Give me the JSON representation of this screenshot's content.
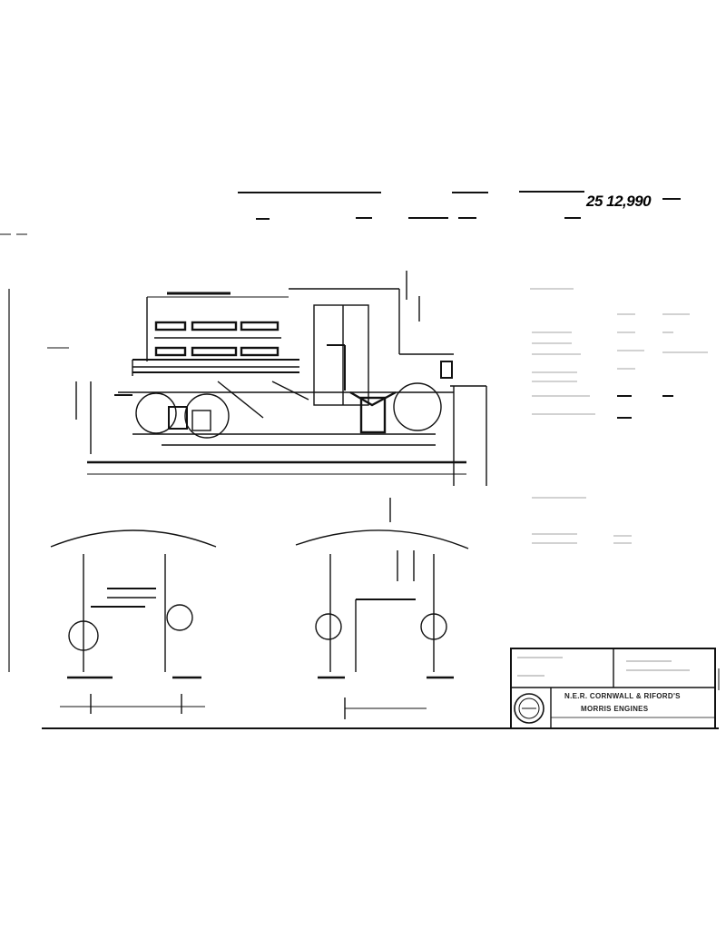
{
  "sheet": {
    "drawing_number": "25 12,990",
    "title_block": {
      "company_line_1": "N.E.R. CORNWALL & RIFORD'S",
      "company_line_2": "MORRIS ENGINES",
      "seal_label": "seal-logo"
    }
  },
  "colors": {
    "ink": "#111111",
    "paper": "#ffffff"
  },
  "icons": [
    "seal-logo"
  ]
}
